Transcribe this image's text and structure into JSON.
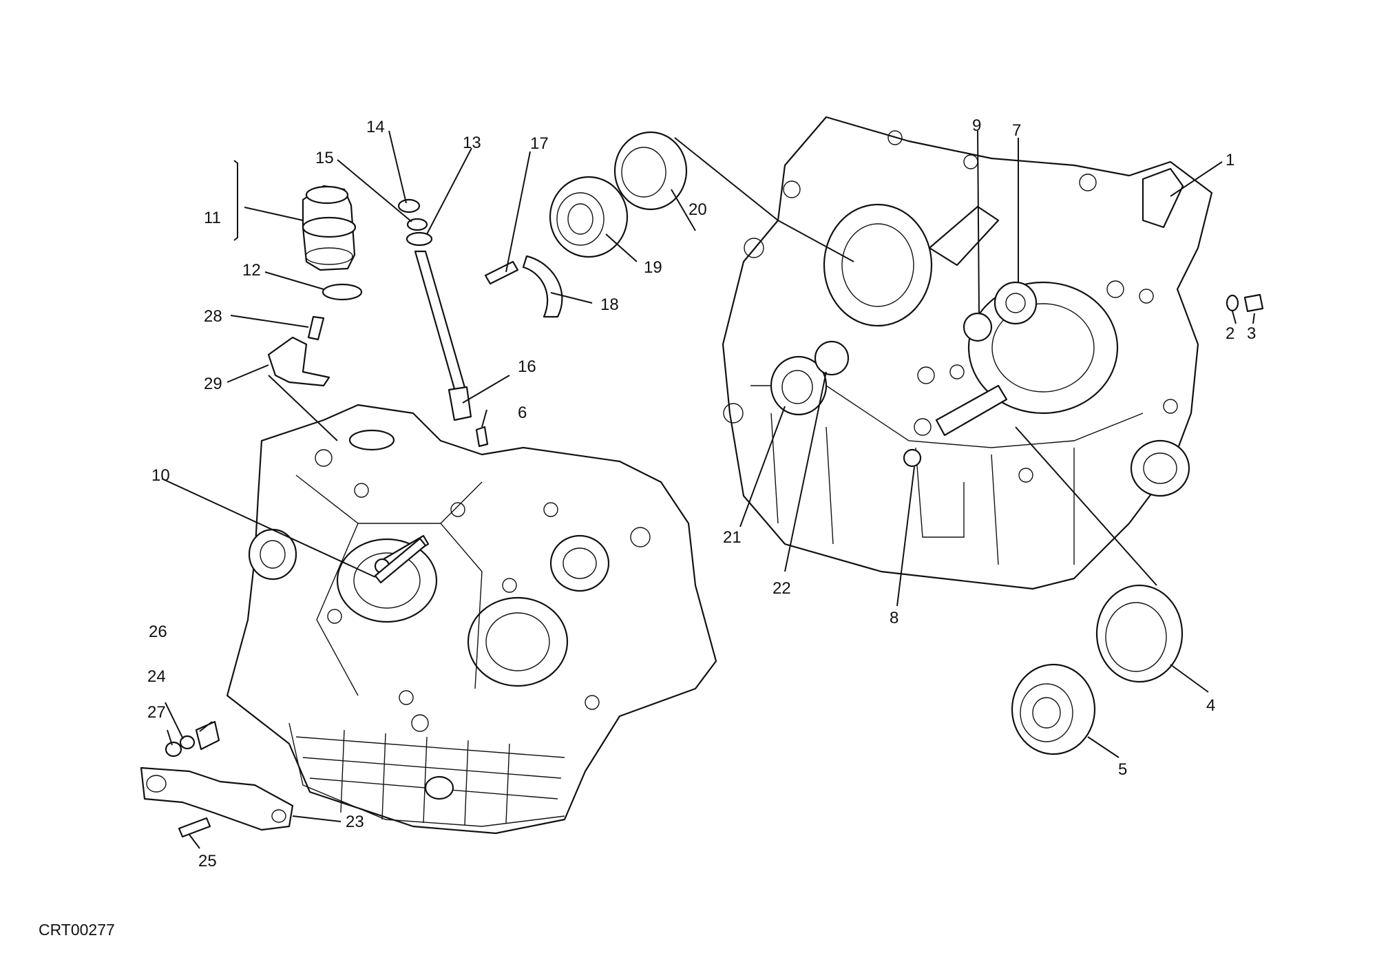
{
  "diagram": {
    "reference_code": "CRT00277",
    "callouts": [
      "1",
      "2",
      "3",
      "4",
      "5",
      "6",
      "7",
      "8",
      "9",
      "10",
      "11",
      "12",
      "13",
      "14",
      "15",
      "16",
      "17",
      "18",
      "19",
      "20",
      "21",
      "22",
      "23",
      "24",
      "25",
      "26",
      "27",
      "28",
      "29"
    ]
  }
}
